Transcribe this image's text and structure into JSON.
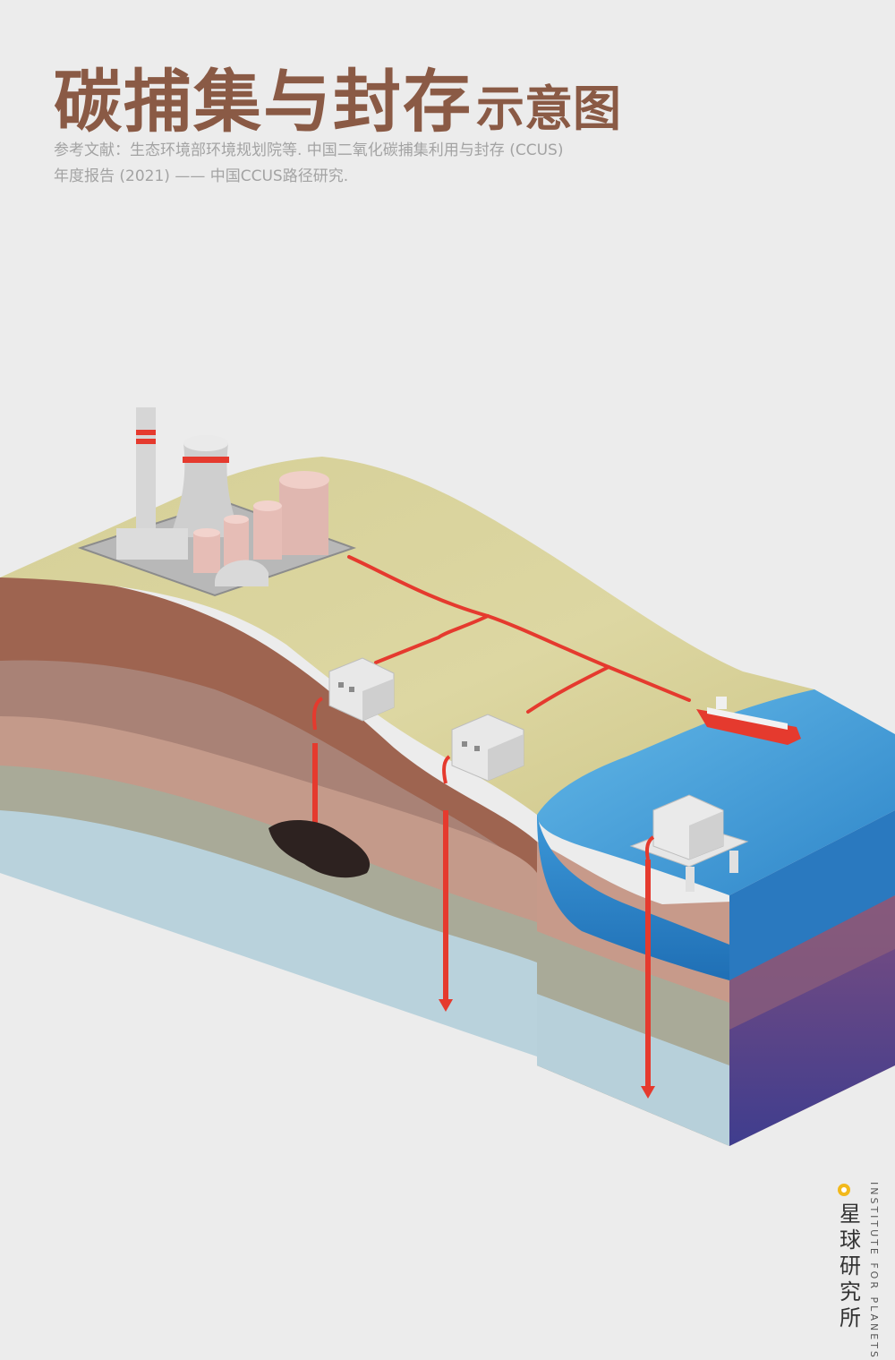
{
  "title": {
    "main": "碳捕集与封存",
    "sub": "示意图"
  },
  "reference": {
    "line1": "参考文献：生态环境部环境规划院等. 中国二氧化碳捕集利用与封存 (CCUS)",
    "line2": "年度报告 (2021) —— 中国CCUS路径研究."
  },
  "brand": {
    "name_cn": "星球研究所",
    "name_en": "INSTITUTE FOR PLANETS",
    "accent": "#f2b91c"
  },
  "colors": {
    "title": "#8a5a45",
    "pipeline": "#e53a2e",
    "ground_top": "#d8d29a",
    "sea": "#3e9ad6"
  },
  "icons": [
    "power-plant-icon",
    "injection-facility-icon",
    "ship-icon",
    "offshore-platform-icon",
    "arrow-down-icon"
  ]
}
